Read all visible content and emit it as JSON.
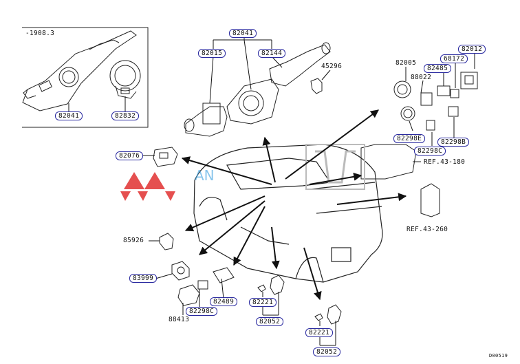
{
  "inset": {
    "date_label": "-1908.3"
  },
  "part_labels": {
    "p82041_top": "82041",
    "p82015": "82015",
    "p82144": "82144",
    "p45296": "45296",
    "p82041_inset": "82041",
    "p82832": "82832",
    "p82005": "82005",
    "p88022": "88022",
    "p82012": "82012",
    "p68172": "68172",
    "p82485": "82485",
    "p82298e": "82298E",
    "p82298c_right": "82298C",
    "p82298b": "82298B",
    "ref_43_180": "REF.43-180",
    "ref_43_260": "REF.43-260",
    "p82076": "82076",
    "p85926": "85926",
    "p83999": "83999",
    "p82489": "82489",
    "p82221_a": "82221",
    "p82052_a": "82052",
    "p82298c_left": "82298C",
    "p88413": "88413",
    "p82221_b": "82221",
    "p82052_b": "82052"
  },
  "diagram_code": "D00519",
  "colors": {
    "line": "#111111",
    "label_box": "#2a2aa0",
    "watermark_red": "#e03030",
    "watermark_blue": "#3aa0e0"
  }
}
